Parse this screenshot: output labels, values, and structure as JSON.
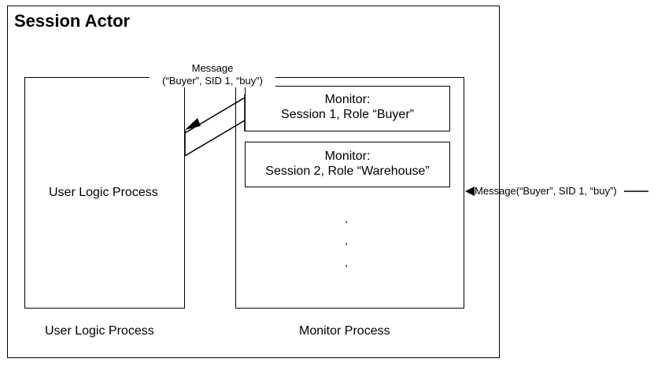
{
  "actor": {
    "title": "Session Actor"
  },
  "message_top": {
    "line1": "Message",
    "line2": "(“Buyer”, SID 1, “buy”)"
  },
  "monitor1": {
    "line1": "Monitor:",
    "line2": "Session 1, Role “Buyer”"
  },
  "monitor2": {
    "line1": "Monitor:",
    "line2": "Session 2, Role “Warehouse”"
  },
  "dots": [
    ".",
    ".",
    "."
  ],
  "user_logic": {
    "inner_label": "User Logic Process",
    "outer_label": "User Logic Process"
  },
  "monitor_process": {
    "label": "Monitor Process"
  },
  "incoming": {
    "label": "Message(“Buyer”, SID 1, “buy”)"
  }
}
